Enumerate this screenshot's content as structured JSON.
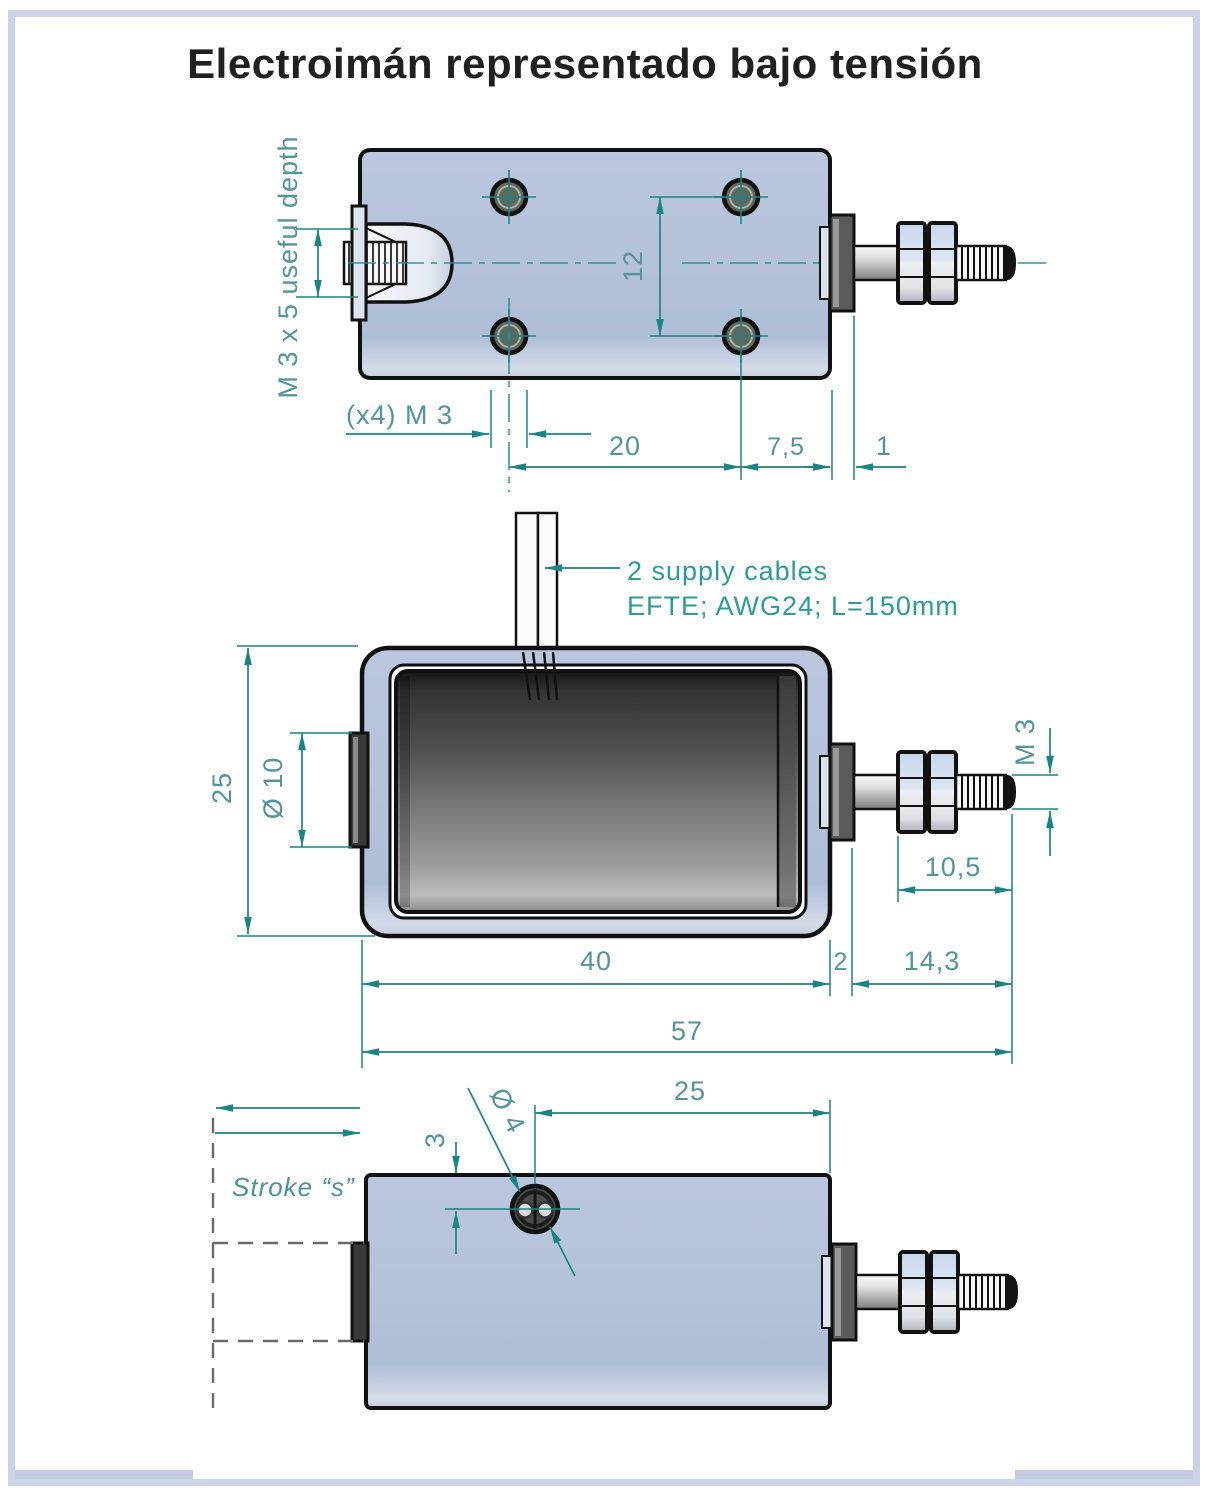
{
  "page": {
    "title": "Electroimán representado bajo tensión"
  },
  "colors": {
    "page_border": "#cdd3e7",
    "body_fill": "#b6c4db",
    "dimension_lines": "#1c8383",
    "dimension_text": "#55939b",
    "note_text": "#2f9a96",
    "coil_dark": "#2a2a2a",
    "outline": "#111111"
  },
  "top_view": {
    "depth_note": "M 3 x 5 useful depth",
    "holes_note": "(x4) M 3",
    "dims": {
      "vertical_hole_spacing": "12",
      "horizontal_hole_spacing": "20",
      "hole_to_edge": "7,5",
      "washer_thickness": "1"
    }
  },
  "front_view": {
    "cable_note_line1": "2 supply cables",
    "cable_note_line2": "EFTE; AWG24; L=150mm",
    "dims": {
      "body_height": "25",
      "plunger_diameter": "Ø 10",
      "rod_thread": "M 3",
      "thread_length": "10,5",
      "body_length": "40",
      "washer_thickness": "2",
      "rod_length": "14,3",
      "total_length": "57"
    }
  },
  "bottom_view": {
    "stroke_note": "Stroke “s”",
    "dims": {
      "cable_hole_diameter": "Ø 4",
      "hole_edge_offset": "3",
      "hole_to_front": "25"
    }
  }
}
